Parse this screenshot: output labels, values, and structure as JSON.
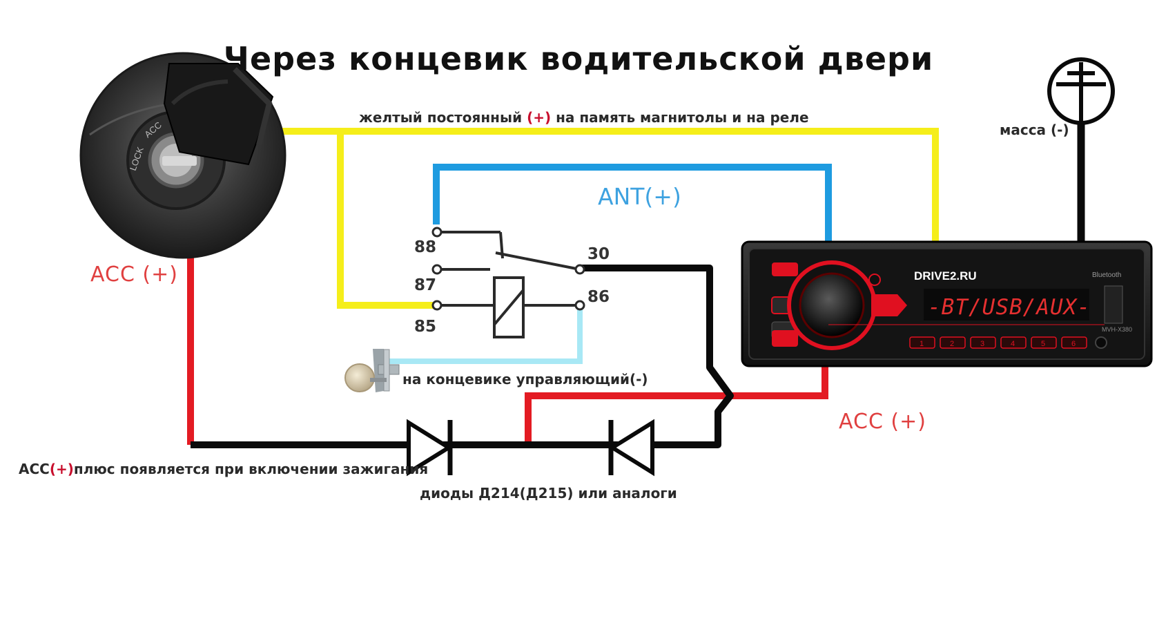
{
  "title": "Через концевик водительской двери",
  "labels": {
    "yellow_pre": "желтый постоянный ",
    "yellow_plus": "(+)",
    "yellow_post": " на память магнитолы и на реле",
    "ground": "масса (-)",
    "ant": "ANT(+)",
    "acc_left": "ACC (+)",
    "acc_right": "ACC (+)",
    "door_switch": "на концевике управляющий(-)",
    "acc_note_pre": "ACC",
    "acc_note_plus": "(+)",
    "acc_note_post": "плюс появляется при включении зажигания",
    "diodes": "диоды Д214(Д215) или аналоги"
  },
  "relay_pins": {
    "p88": "88",
    "p87": "87",
    "p85": "85",
    "p30": "30",
    "p86": "86"
  },
  "radio": {
    "brand": "DRIVE2.RU",
    "display": "-BT/USB/AUX-",
    "bluetooth": "Bluetooth",
    "model": "MVH-X380",
    "buttons": [
      "1",
      "2",
      "3",
      "4",
      "5",
      "6"
    ]
  },
  "ignition": {
    "lock_text": "LOCK",
    "acc_text": "ACC"
  },
  "colors": {
    "yellow_wire": "#f5ee1a",
    "blue_wire": "#1e9be0",
    "lightblue_wire": "#a8e8f5",
    "red_wire": "#e31b23",
    "black_wire": "#0a0a0a",
    "radio_accent": "#e01020"
  }
}
